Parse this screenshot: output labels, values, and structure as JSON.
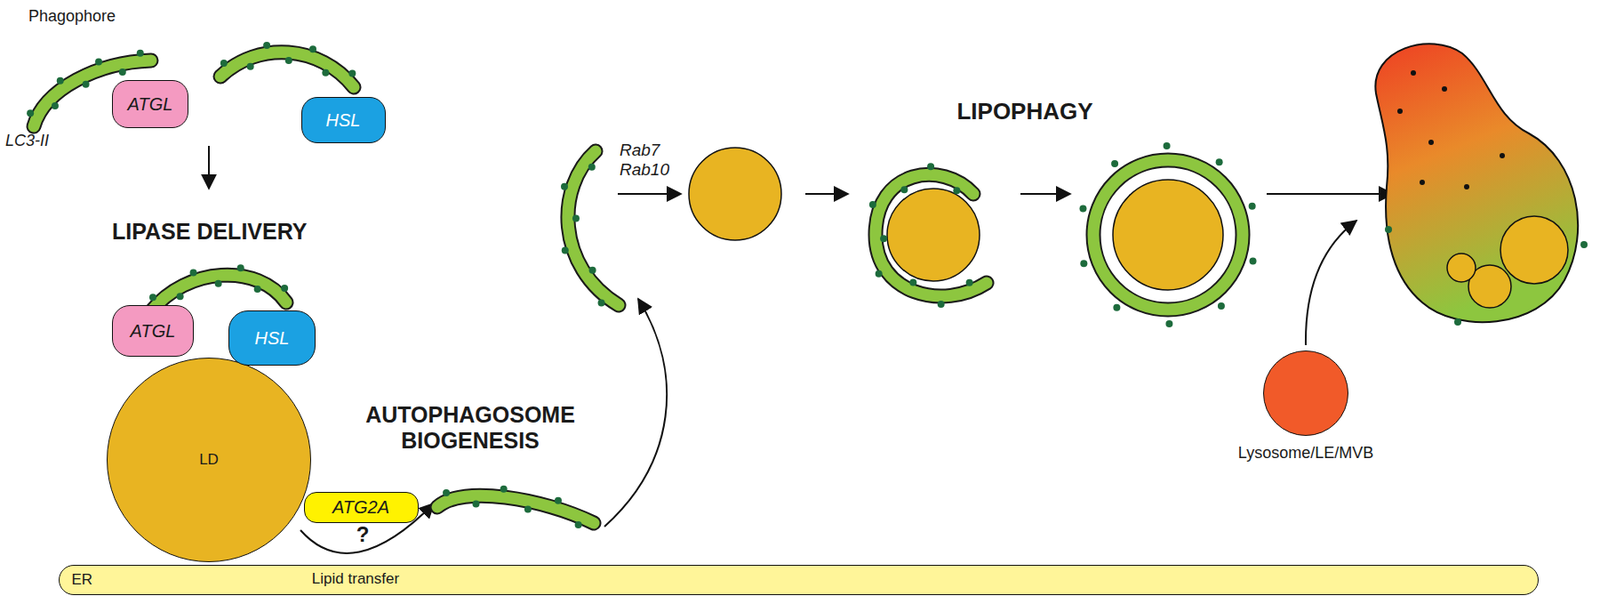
{
  "diagram": {
    "nodes": [
      {
        "text": [
          "ATGL"
        ]
      },
      {
        "text": [
          "HSL"
        ]
      },
      {
        "text": [
          "ATGL"
        ]
      },
      {
        "text": [
          "HSL"
        ]
      },
      {
        "text": [
          "LD"
        ]
      },
      {
        "text": [
          "ATG2A"
        ]
      },
      {
        "text": [
          "ER"
        ]
      },
      {
        "text": [
          "Lysosome/LE/MVB"
        ]
      }
    ],
    "labels": [
      "Phagophore",
      "LC3-II",
      "LIPASE DELIVERY",
      "AUTOPHAGOSOME BIOGENESIS",
      "?",
      "Lipid transfer",
      "Rab7 Rab10",
      "LIPOPHAGY"
    ]
  }
}
